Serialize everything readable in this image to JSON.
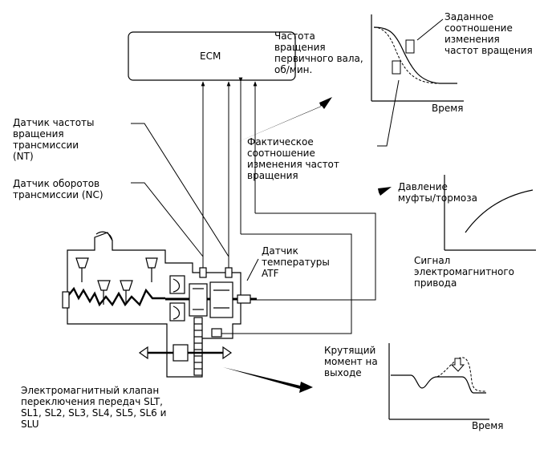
{
  "ecm": {
    "label": "ECM"
  },
  "labels": {
    "input_speed": "Частота\nвращения\nпервичного вала,\nоб/мин.",
    "target_ratio": "Заданное\nсоотношение\nизменения\nчастот вращения",
    "time_top": "Время",
    "sensor_nt": "Датчик частоты\nвращения\nтрансмиссии\n(NT)",
    "actual_ratio": "Фактическое\nсоотношение\nизменения частот\nвращения",
    "sensor_nc": "Датчик оборотов\nтрансмиссии (NC)",
    "pressure": "Давление\nмуфты/тормоза",
    "atf_sensor": "Датчик\nтемпературы\nATF",
    "solenoid_signal": "Сигнал\nэлектромагнитного\nпривода",
    "torque": "Крутящий\nмомент на\nвыходе",
    "solenoid_valve": "Электромагнитный клапан\nпереключения передач SLT,\nSL1, SL2, SL3, SL4, SL5, SL6 и\nSLU",
    "time_bottom": "Время"
  }
}
